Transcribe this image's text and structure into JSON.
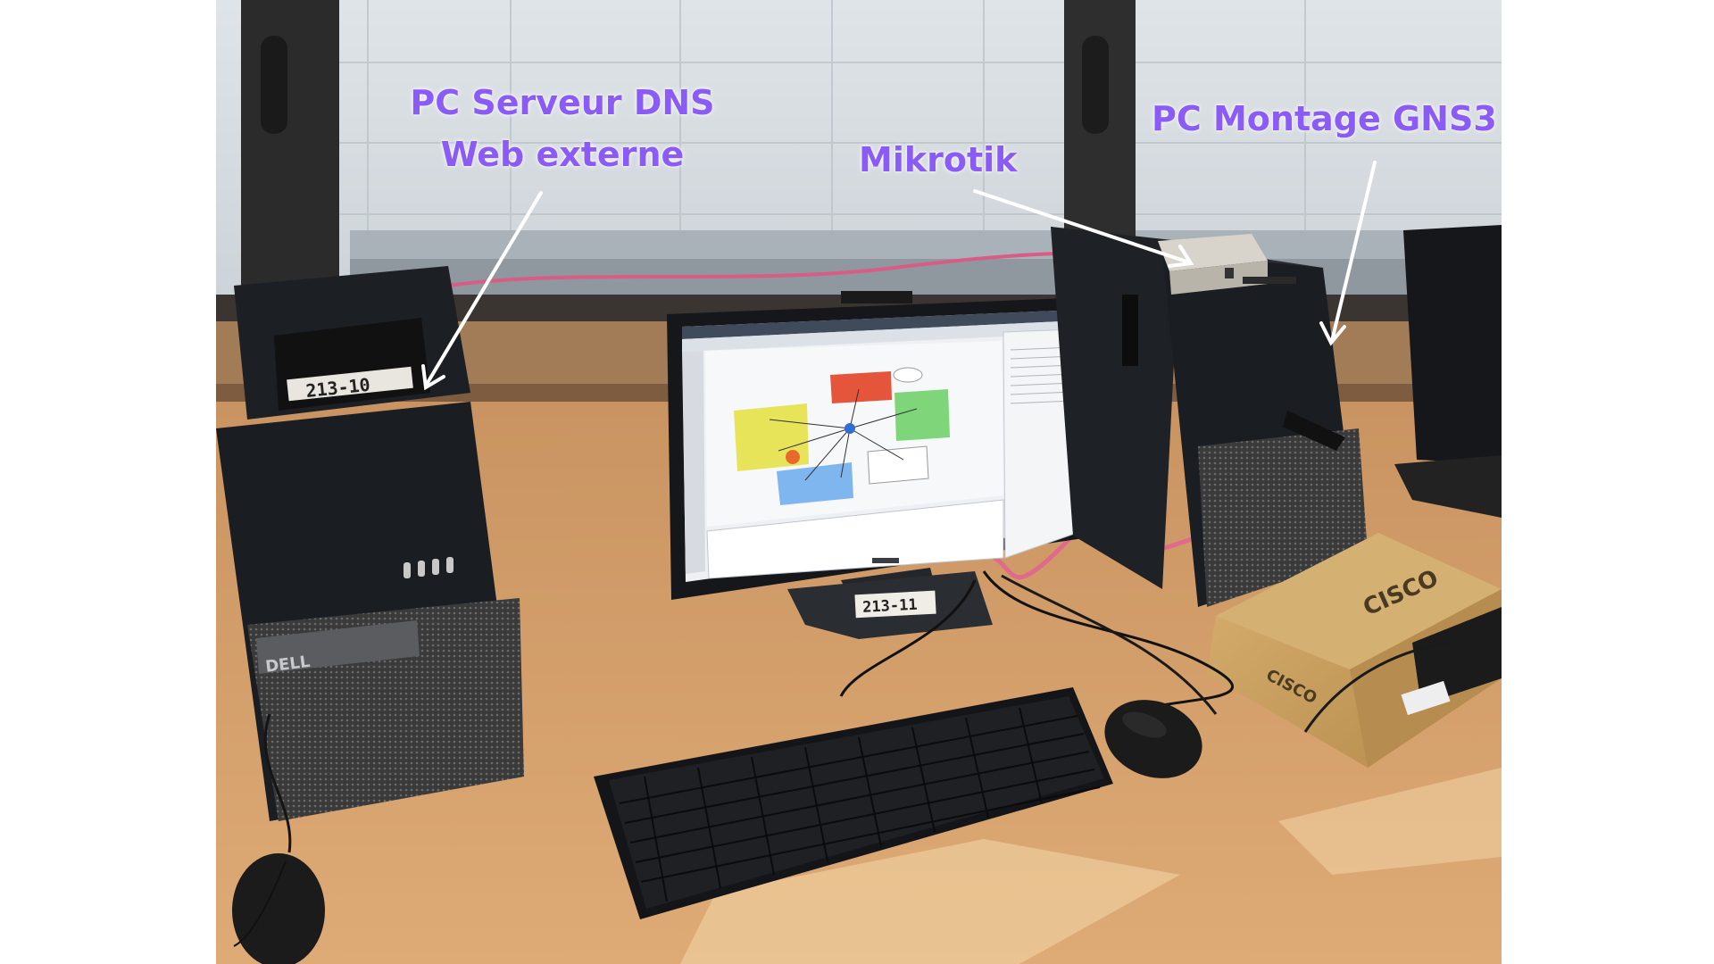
{
  "annotations": {
    "dns_server_line1": "PC Serveur DNS",
    "dns_server_line2": "Web externe",
    "mikrotik": "Mikrotik",
    "gns3_pc": "PC Montage GNS3"
  },
  "labels": {
    "left_tower_tag": "213-10",
    "monitor_tag": "213-11",
    "left_tower_brand": "DELL",
    "router_box_brand": "CISCO"
  },
  "colors": {
    "annotation_text": "#8a5cf5",
    "arrow": "#ffffff",
    "desk": "#d9a66e",
    "cable": "#e06a8c"
  }
}
